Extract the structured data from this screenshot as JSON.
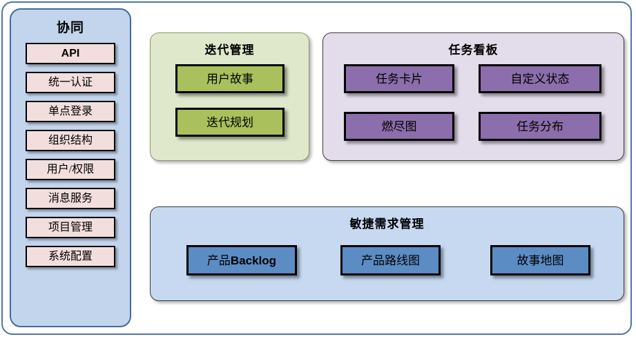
{
  "diagram": {
    "frame": {
      "name": "outer-frame"
    },
    "accent_colors": {
      "frame_border": "#4e75a8",
      "sidebar_bg": "#c3d5ec",
      "sidebar_border": "#3f6a9e",
      "sidebar_item_bg": "#f2dedd",
      "iteration_bg": "#dfe8cb",
      "iteration_border": "#8a9a6b",
      "iteration_node_bg": "#a9c05c",
      "taskboard_bg": "#e3dcea",
      "taskboard_node_bg": "#8b6eab",
      "agile_bg": "#c6d9f0",
      "agile_node_bg": "#5b8cc4",
      "node_border": "#000000",
      "text": "#000000"
    }
  },
  "sidebar": {
    "title": "协同",
    "items": [
      {
        "label": "API",
        "emphasis": "bold-latin"
      },
      {
        "label": "统一认证",
        "emphasis": "normal"
      },
      {
        "label": "单点登录",
        "emphasis": "normal"
      },
      {
        "label": "组织结构",
        "emphasis": "normal"
      },
      {
        "label": "用户/权限",
        "emphasis": "normal"
      },
      {
        "label": "消息服务",
        "emphasis": "normal"
      },
      {
        "label": "项目管理",
        "emphasis": "normal"
      },
      {
        "label": "系统配置",
        "emphasis": "normal"
      }
    ]
  },
  "groups": {
    "iteration": {
      "title": "迭代管理",
      "nodes": [
        {
          "label": "用户故事"
        },
        {
          "label": "迭代规划"
        }
      ]
    },
    "taskboard": {
      "title": "任务看板",
      "nodes": [
        {
          "label": "任务卡片"
        },
        {
          "label": "自定义状态"
        },
        {
          "label": "燃尽图"
        },
        {
          "label": "任务分布"
        }
      ]
    },
    "agile": {
      "title": "敏捷需求管理",
      "nodes": [
        {
          "label_prefix": "产品",
          "label_bold": "Backlog",
          "label": "产品Backlog"
        },
        {
          "label": "产品路线图"
        },
        {
          "label": "故事地图"
        }
      ]
    }
  }
}
